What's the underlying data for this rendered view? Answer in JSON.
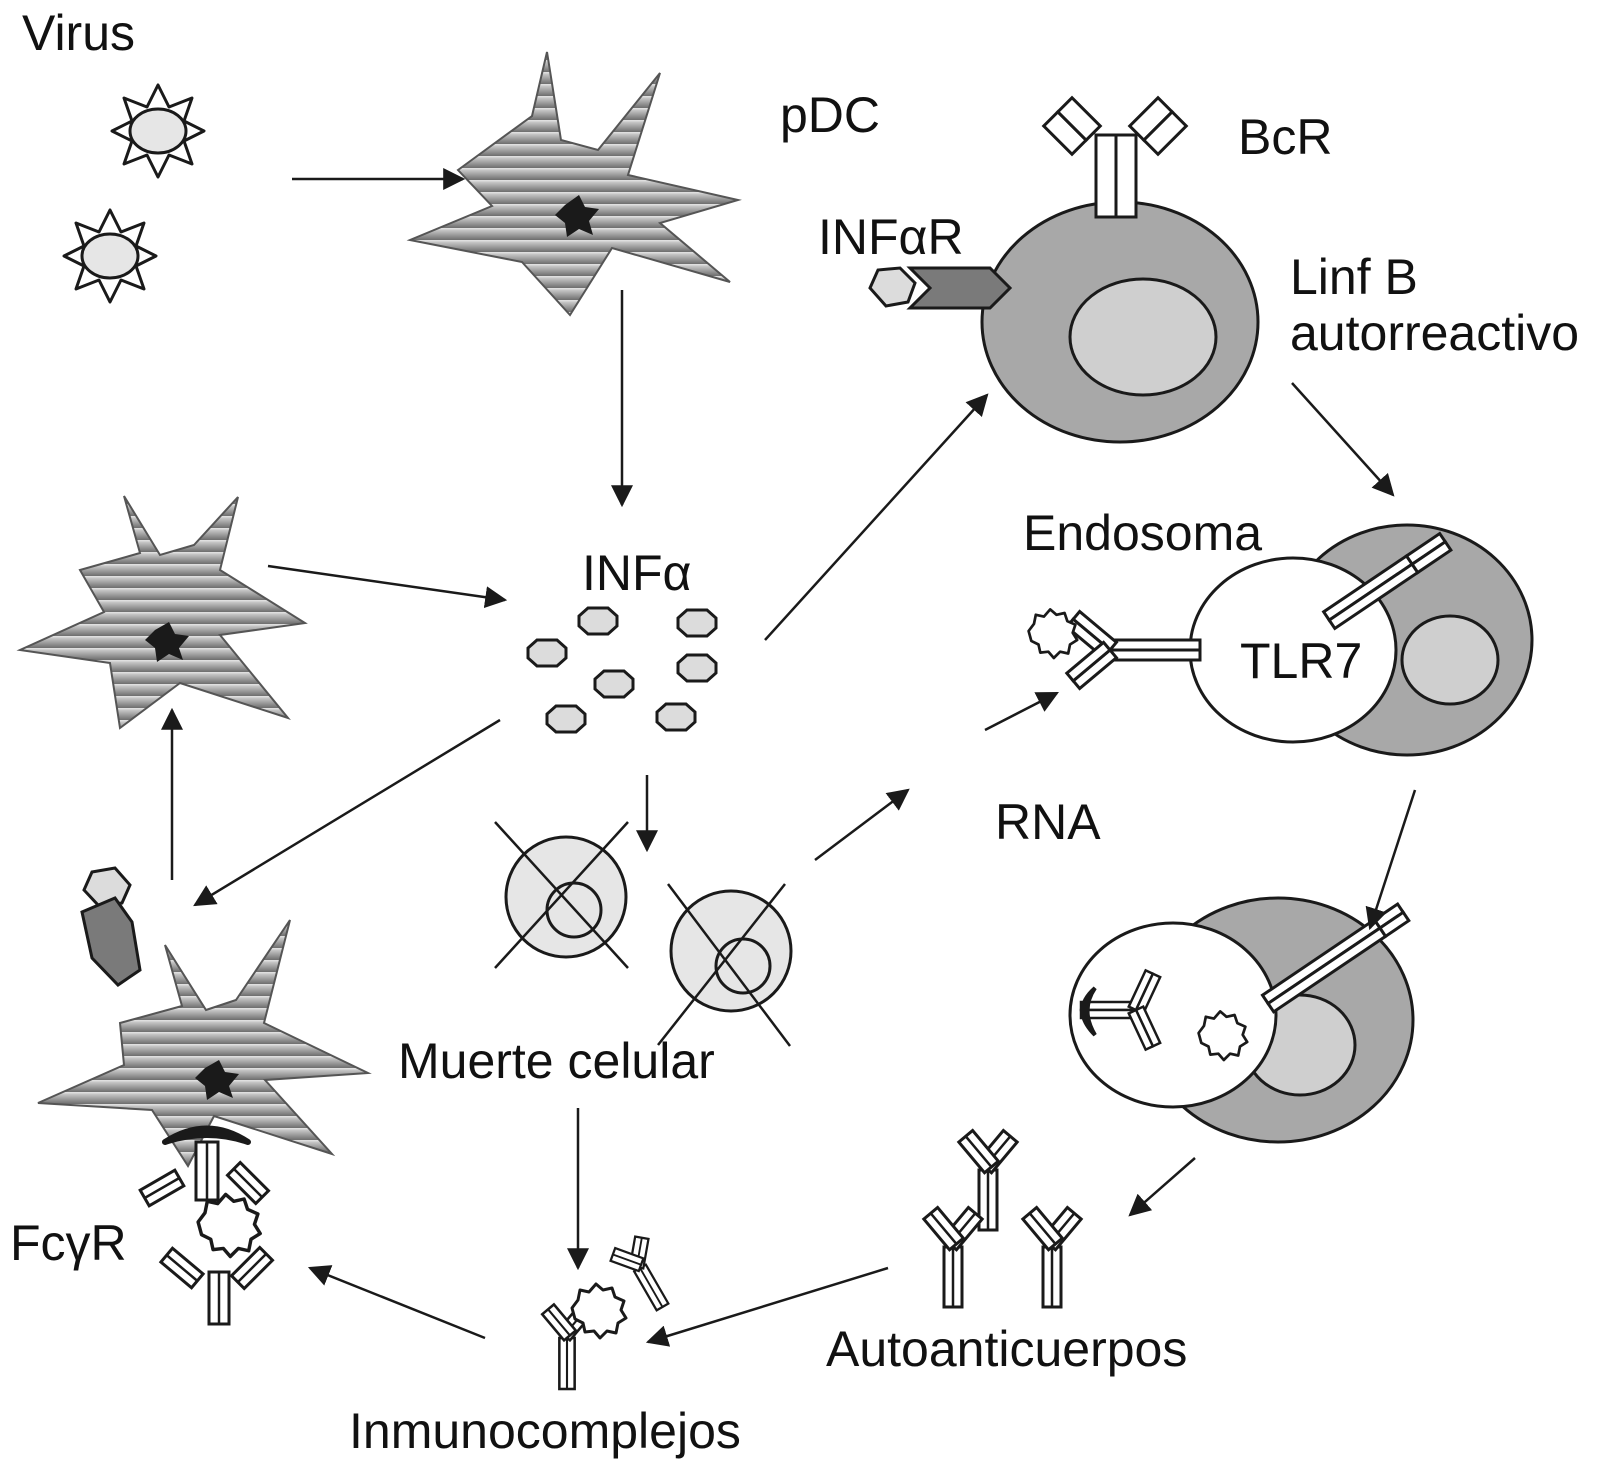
{
  "labels": {
    "virus": "Virus",
    "pdc": "pDC",
    "bcr": "BcR",
    "infar": "INFαR",
    "linf_b_line1": "Linf B",
    "linf_b_line2": "autorreactivo",
    "endosoma": "Endosoma",
    "infa": "INFα",
    "tlr7": "TLR7",
    "rna": "RNA",
    "muerte": "Muerte celular",
    "fcgr": "FcγR",
    "autoanticuerpos": "Autoanticuerpos",
    "inmunocomplejos": "Inmunocomplejos"
  },
  "colors": {
    "cell_dark": "#8c8c8c",
    "cell_mid": "#a8a8a8",
    "nucleus": "#cfcfcf",
    "light": "#e6e6e6",
    "stroke": "#1a1a1a",
    "ink": "#111111"
  }
}
